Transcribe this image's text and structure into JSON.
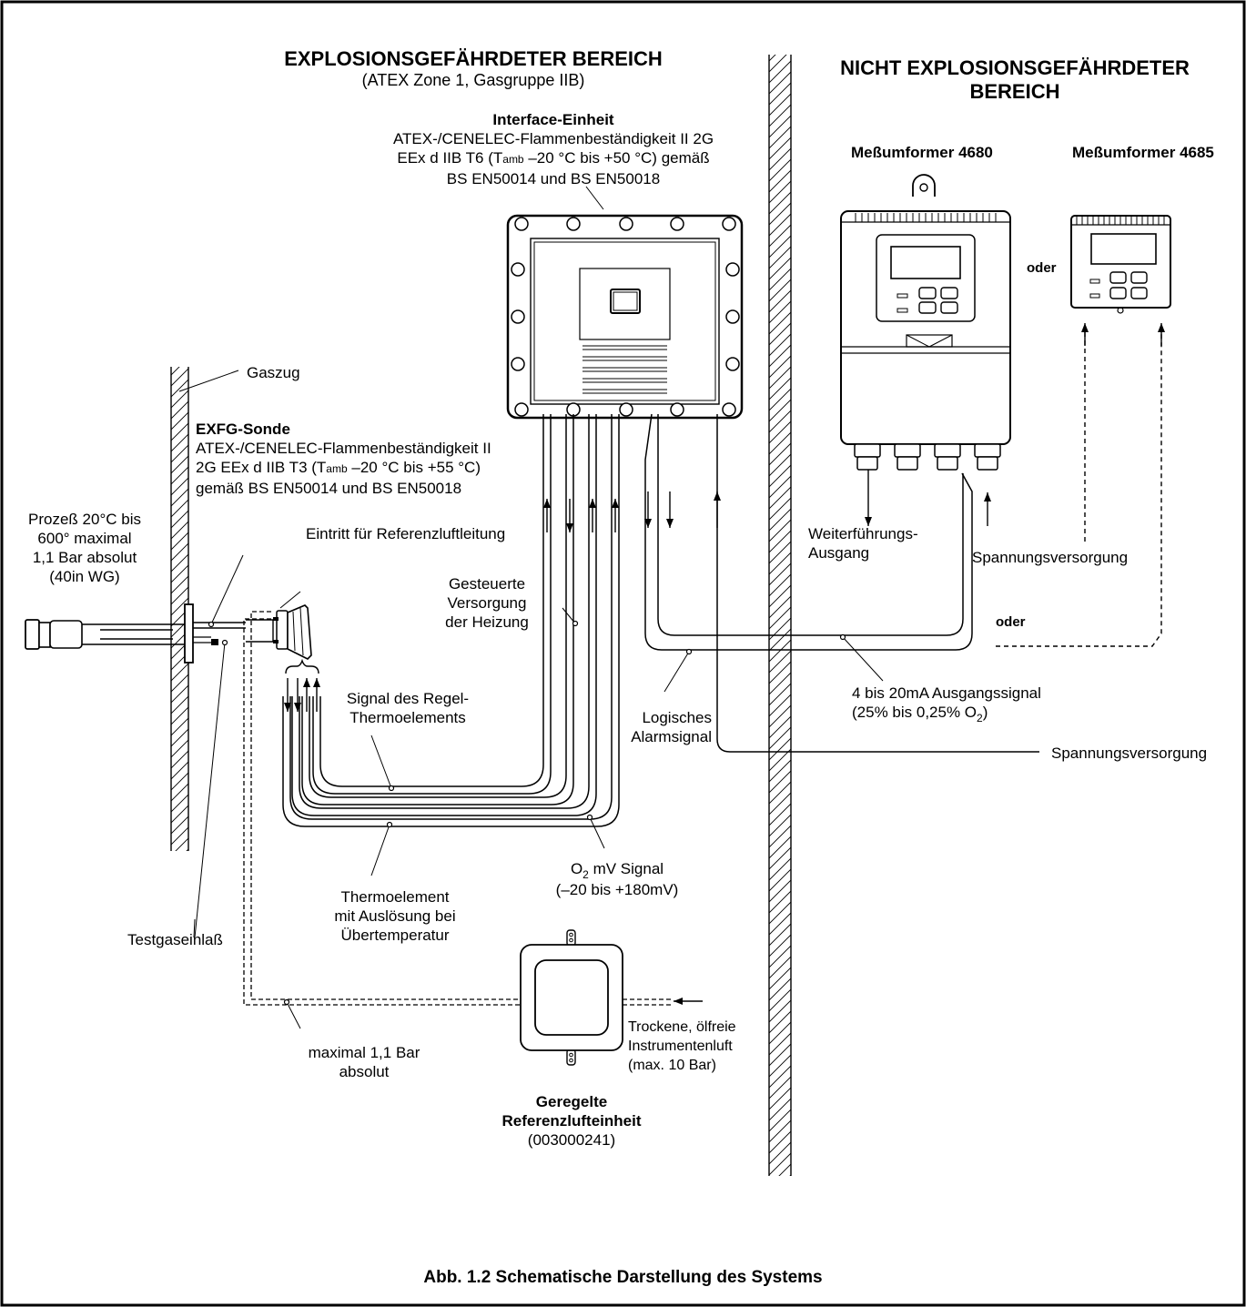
{
  "zones": {
    "hazardous_title": "EXPLOSIONSGEFÄHRDETER BEREICH",
    "hazardous_subtitle": "(ATEX Zone 1, Gasgruppe IIB)",
    "safe_title_1": "NICHT EXPLOSIONSGEFÄHRDETER",
    "safe_title_2": "BEREICH"
  },
  "interface_unit": {
    "title": "Interface-Einheit",
    "line1": "ATEX-/CENELEC-Flammenbeständigkeit II 2G",
    "line2_pre": "EEx d IIB T6 (T",
    "line2_sub": "amb",
    "line2_post": " –20 °C bis +50 °C) gemäß",
    "line3": "BS EN50014 und BS EN50018"
  },
  "transmitters": {
    "t4680": "Meßumformer 4680",
    "t4685": "Meßumformer 4685",
    "oder_1": "oder",
    "oder_2": "oder"
  },
  "probe": {
    "gaszug": "Gaszug",
    "title": "EXFG-Sonde",
    "line1": "ATEX-/CENELEC-Flammenbeständigkeit II",
    "line2_pre": "2G EEx d IIB T3 (T",
    "line2_sub": "amb",
    "line2_post": " –20 °C bis +55 °C)",
    "line3": "gemäß BS EN50014 und BS EN50018"
  },
  "process": {
    "l1": "Prozeß 20°C bis",
    "l2": "600° maximal",
    "l3": "1,1 Bar absolut",
    "l4": "(40in WG)"
  },
  "labels": {
    "ref_air_inlet": "Eintritt für Referenzluftleitung",
    "heater_1": "Gesteuerte",
    "heater_2": "Versorgung",
    "heater_3": "der Heizung",
    "retrans_1": "Weiterführungs-",
    "retrans_2": "Ausgang",
    "supply_1": "Spannungsversorgung",
    "supply_2": "Spannungsversorgung",
    "signal_1": "4 bis 20mA Ausgangssignal",
    "signal_2_pre": "(25% bis 0,25% O",
    "signal_2_sub": "2",
    "signal_2_post": ")",
    "ctrl_tc_1": "Signal des Regel-",
    "ctrl_tc_2": "Thermoelements",
    "alarm_1": "Logisches",
    "alarm_2": "Alarmsignal",
    "o2_1_pre": "O",
    "o2_1_sub": "2",
    "o2_1_post": " mV Signal",
    "o2_2": "(–20 bis +180mV)",
    "tc_1": "Thermoelement",
    "tc_2": "mit Auslösung bei",
    "tc_3": "Übertemperatur",
    "testgas": "Testgaseinlaß",
    "max_1": "maximal 1,1 Bar",
    "max_2": "absolut",
    "air_1": "Trockene, ölfreie",
    "air_2": "Instrumentenluft",
    "air_3": "(max. 10 Bar)",
    "ref_unit_1": "Geregelte",
    "ref_unit_2": "Referenzlufteinheit",
    "ref_unit_3": "(003000241)"
  },
  "caption": "Abb. 1.2 Schematische Darstellung des Systems"
}
